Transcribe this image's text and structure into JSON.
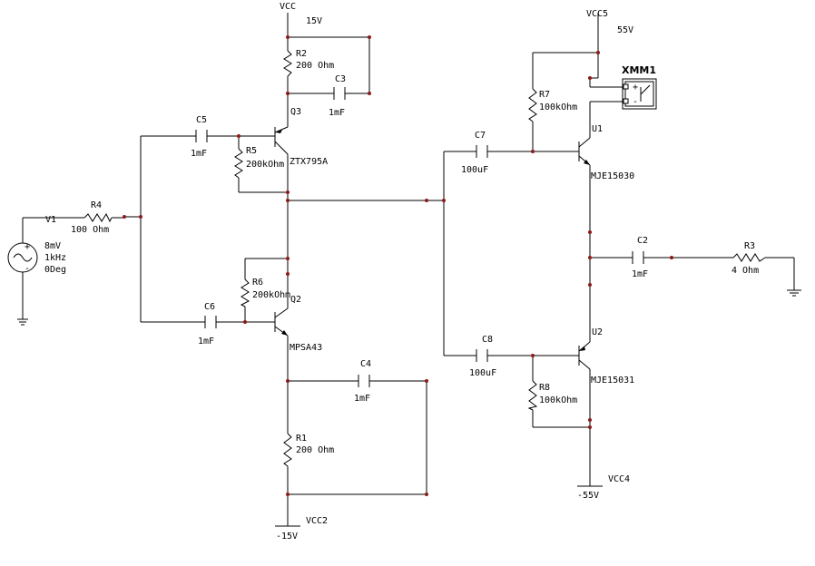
{
  "power": {
    "vcc_top_name": "VCC",
    "vcc_top_value": "15V",
    "vcc2_name": "VCC2",
    "vcc2_value": "-15V",
    "vcc5_name": "VCC5",
    "vcc5_value": "55V",
    "vcc4_name": "VCC4",
    "vcc4_value": "-55V"
  },
  "source": {
    "name": "V1",
    "amplitude": "8mV",
    "frequency": "1kHz",
    "phase": "0Deg"
  },
  "resistors": {
    "r1": {
      "name": "R1",
      "value": "200 Ohm"
    },
    "r2": {
      "name": "R2",
      "value": "200 Ohm"
    },
    "r3": {
      "name": "R3",
      "value": "4 Ohm"
    },
    "r4": {
      "name": "R4",
      "value": "100 Ohm"
    },
    "r5": {
      "name": "R5",
      "value": "200kOhm"
    },
    "r6": {
      "name": "R6",
      "value": "200kOhm"
    },
    "r7": {
      "name": "R7",
      "value": "100kOhm"
    },
    "r8": {
      "name": "R8",
      "value": "100kOhm"
    }
  },
  "capacitors": {
    "c2": {
      "name": "C2",
      "value": "1mF"
    },
    "c3": {
      "name": "C3",
      "value": "1mF"
    },
    "c4": {
      "name": "C4",
      "value": "1mF"
    },
    "c5": {
      "name": "C5",
      "value": "1mF"
    },
    "c6": {
      "name": "C6",
      "value": "1mF"
    },
    "c7": {
      "name": "C7",
      "value": "100uF"
    },
    "c8": {
      "name": "C8",
      "value": "100uF"
    }
  },
  "transistors": {
    "q3": {
      "name": "Q3",
      "model": "ZTX795A"
    },
    "q2": {
      "name": "Q2",
      "model": "MPSA43"
    },
    "u1": {
      "name": "U1",
      "model": "MJE15030"
    },
    "u2": {
      "name": "U2",
      "model": "MJE15031"
    }
  },
  "meter": {
    "name": "XMM1",
    "plus": "+",
    "minus": "-"
  }
}
